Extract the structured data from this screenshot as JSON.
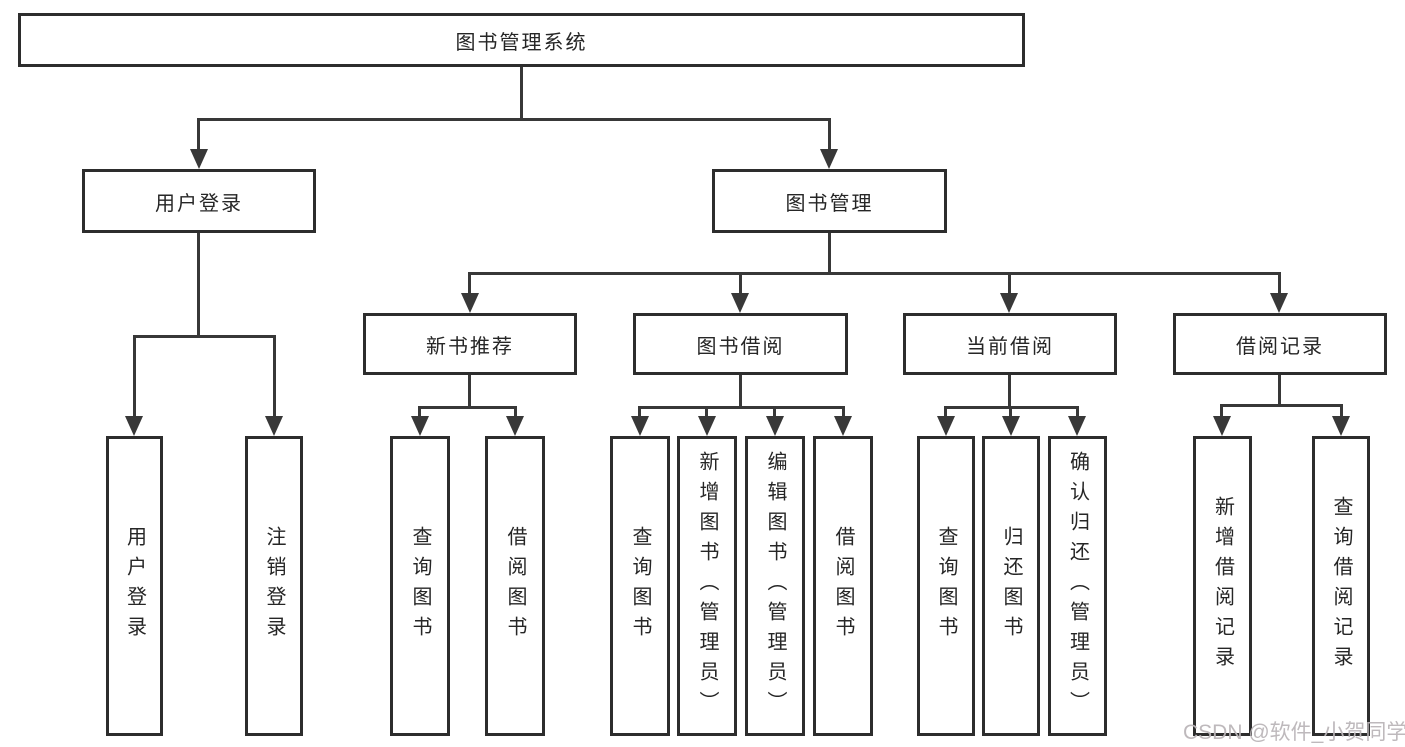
{
  "diagram_title": "图书管理系统",
  "tree": {
    "label": "图书管理系统",
    "children": [
      {
        "label": "用户登录",
        "children": [
          {
            "label": "用户登录"
          },
          {
            "label": "注销登录"
          }
        ]
      },
      {
        "label": "图书管理",
        "children": [
          {
            "label": "新书推荐",
            "children": [
              {
                "label": "查询图书"
              },
              {
                "label": "借阅图书"
              }
            ]
          },
          {
            "label": "图书借阅",
            "children": [
              {
                "label": "查询图书"
              },
              {
                "label": "新增图书（管理员）"
              },
              {
                "label": "编辑图书（管理员）"
              },
              {
                "label": "借阅图书"
              }
            ]
          },
          {
            "label": "当前借阅",
            "children": [
              {
                "label": "查询图书"
              },
              {
                "label": "归还图书"
              },
              {
                "label": "确认归还（管理员）"
              }
            ]
          },
          {
            "label": "借阅记录",
            "children": [
              {
                "label": "新增借阅记录"
              },
              {
                "label": "查询借阅记录"
              }
            ]
          }
        ]
      }
    ]
  },
  "watermark": {
    "text": "CSDN @软件_小贺同学"
  },
  "colors": {
    "background": "#ffffff",
    "box_border": "#2d2d2d",
    "box_fill": "#ffffff",
    "line": "#383838",
    "text": "#262626",
    "watermark": "#bab5b8"
  }
}
